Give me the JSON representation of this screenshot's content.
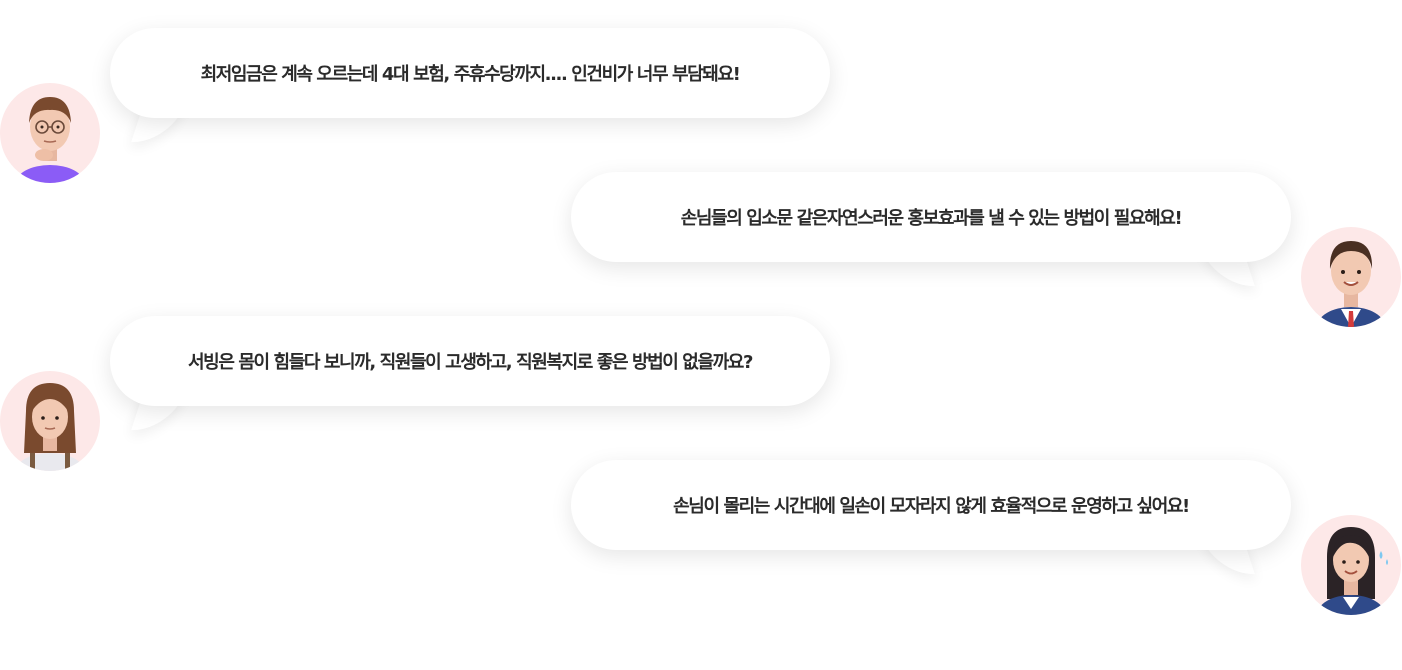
{
  "messages": [
    {
      "side": "left",
      "text": "최저임금은 계속 오르는데 4대 보험, 주휴수당까지.... 인건비가 너무 부담돼요!",
      "avatar_icon": "man-glasses-thinking-icon"
    },
    {
      "side": "right",
      "text": "손님들의 입소문 같은자연스러운 홍보효과를 낼 수 있는 방법이 필요해요!",
      "avatar_icon": "man-suit-tie-icon"
    },
    {
      "side": "left",
      "text": "서빙은 몸이 힘들다 보니까, 직원들이 고생하고, 직원복지로 좋은 방법이 없을까요?",
      "avatar_icon": "woman-apron-icon"
    },
    {
      "side": "right",
      "text": "손님이 몰리는 시간대에 일손이 모자라지 않게 효율적으로 운영하고 싶어요!",
      "avatar_icon": "woman-suit-sweating-icon"
    }
  ],
  "colors": {
    "avatar_background": "#fde8e8",
    "bubble_background": "#ffffff",
    "text": "#2b2b2b"
  }
}
